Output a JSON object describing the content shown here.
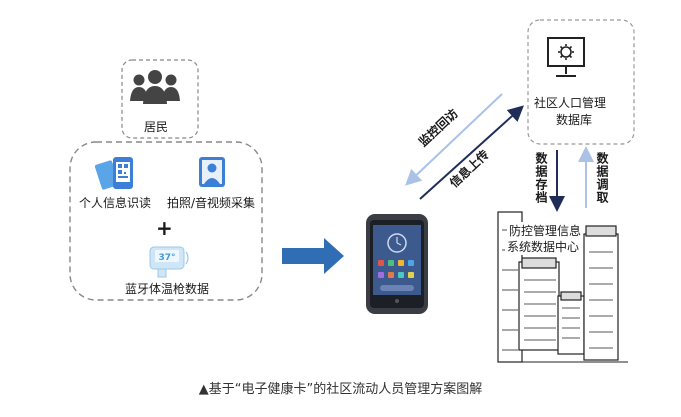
{
  "resident": {
    "label": "居民"
  },
  "collection": {
    "id_read_label": "个人信息识读",
    "photo_label": "拍照/音视频采集",
    "plus": "+",
    "thermo_label": "蓝牙体温枪数据",
    "thermo_display": "37°"
  },
  "database": {
    "line1": "社区人口管理",
    "line2": "数据库"
  },
  "arrows": {
    "monitor": "监控回访",
    "upload": "信息上传",
    "archive": "数据存档",
    "retrieve": "数据调取"
  },
  "server": {
    "line1": "防控管理信息",
    "line2": "系统数据中心"
  },
  "caption": "▲基于“电子健康卡”的社区流动人员管理方案图解",
  "colors": {
    "accent": "#2f6db5",
    "dark_arrow": "#1f2d59",
    "light_arrow": "#a9c2e6",
    "icon_blue": "#3b7fd6"
  }
}
